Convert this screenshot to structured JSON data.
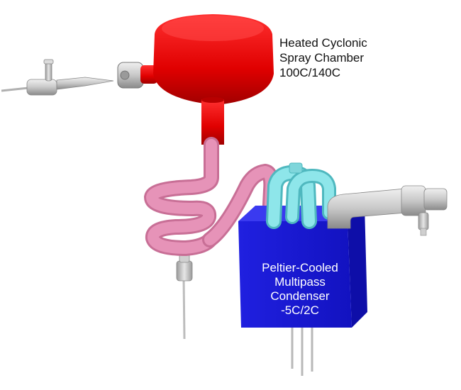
{
  "spray_chamber": {
    "label_lines": [
      "Heated Cyclonic",
      "Spray Chamber",
      "100C/140C"
    ],
    "color": "#e00000"
  },
  "condenser": {
    "label_lines": [
      "Peltier-Cooled",
      "Multipass",
      "Condenser",
      "-5C/2C"
    ],
    "color": "#1a1ad8"
  },
  "colors": {
    "coil": "#e38fb3",
    "manifold": "#8ee6ea",
    "fittings": "#c8c8c8"
  }
}
